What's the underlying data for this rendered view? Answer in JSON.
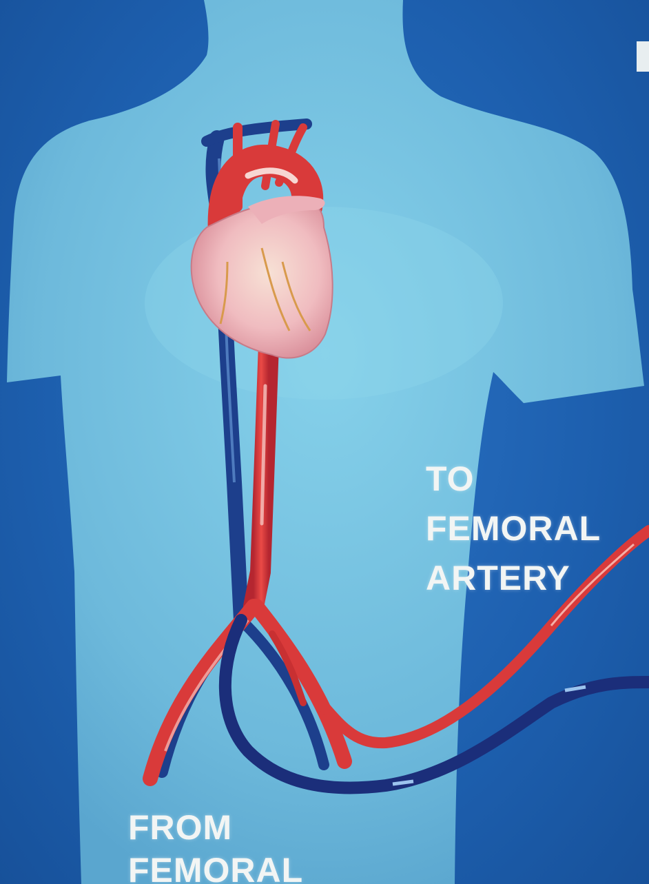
{
  "labels": {
    "to": [
      "TO",
      "FEMORAL",
      "ARTERY"
    ],
    "from": [
      "FROM",
      "FEMORAL"
    ]
  },
  "colors": {
    "background": "#1f63b3",
    "body": "#74c3e0",
    "artery": "#d93a3a",
    "vein": "#1d3f8c",
    "heart": "#f0b8bd",
    "text": "#f2f5f4"
  }
}
